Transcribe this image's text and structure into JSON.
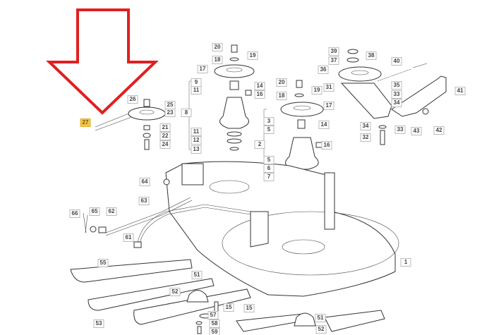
{
  "diagram": {
    "highlighted_part": "27",
    "arrow_color": "#e02020",
    "highlight_color": "#f3c64b",
    "part_labels": [
      "27",
      "26",
      "25",
      "23",
      "21",
      "22",
      "24",
      "20",
      "19",
      "18",
      "17",
      "9",
      "11",
      "14",
      "16",
      "8",
      "11",
      "12",
      "13",
      "20",
      "19",
      "18",
      "17",
      "3",
      "5",
      "14",
      "2",
      "16",
      "5",
      "6",
      "7",
      "64",
      "39",
      "38",
      "37",
      "36",
      "31",
      "40",
      "35",
      "33",
      "34",
      "41",
      "34",
      "33",
      "32",
      "43",
      "42",
      "63",
      "66",
      "65",
      "62",
      "61",
      "55",
      "53",
      "51",
      "52",
      "15",
      "57",
      "58",
      "59",
      "15",
      "51",
      "52",
      "1"
    ]
  }
}
